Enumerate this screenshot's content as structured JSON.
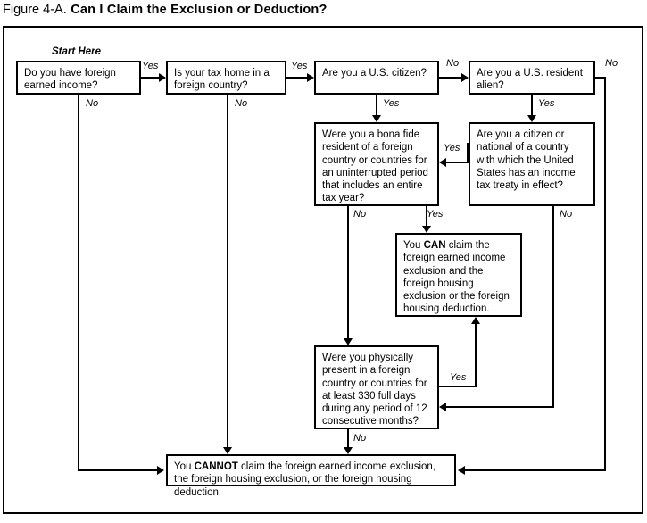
{
  "figure": {
    "label": "Figure 4-A.",
    "title": "Can I Claim the Exclusion or Deduction?"
  },
  "start_label": "Start Here",
  "nodes": {
    "q1_foreign_income": "Do you have foreign earned income?",
    "q2_tax_home": "Is your tax home in a foreign country?",
    "q3_us_citizen": "Are you a U.S. citizen?",
    "q4_resident_alien": "Are you a U.S. resident alien?",
    "q5_bona_fide": "Were you a bona fide resident of a foreign country or countries for an uninterrupted period that includes an entire tax year?",
    "q6_tax_treaty": "Are you a citizen or national of a country with which the United States has an income tax treaty in effect?",
    "result_can_prefix": "You ",
    "result_can_emphasis": "CAN",
    "result_can_suffix": " claim the foreign earned income exclusion and the foreign housing exclusion or the foreign housing deduction.",
    "q7_physical_presence": "Were you physically present in a foreign country or countries for at least 330 full days during any period of 12 consecutive months?",
    "result_cannot_prefix": "You ",
    "result_cannot_emphasis": "CANNOT",
    "result_cannot_suffix": " claim the foreign earned income exclusion, the foreign housing exclusion, or the foreign housing deduction."
  },
  "edge_labels": {
    "q1_yes": "Yes",
    "q1_no": "No",
    "q2_yes": "Yes",
    "q2_no": "No",
    "q3_no": "No",
    "q3_yes": "Yes",
    "q4_no": "No",
    "q4_yes": "Yes",
    "q5_no": "No",
    "q5_yes": "Yes",
    "q6_yes": "Yes",
    "q6_no": "No",
    "q7_yes": "Yes",
    "q7_no": "No"
  },
  "colors": {
    "line": "#000000",
    "box_fill": "#ffffff",
    "page_background": "#ffffff"
  }
}
